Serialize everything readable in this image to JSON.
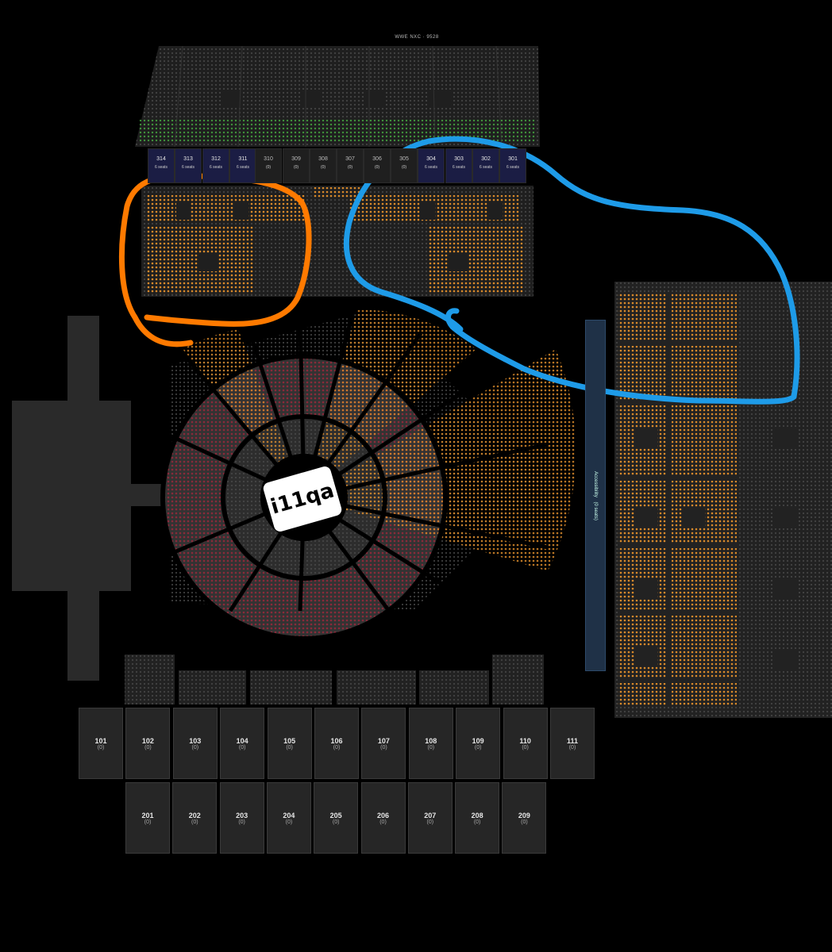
{
  "stage_label": "WWE NXC · 9528",
  "sections_300": [
    {
      "num": "314",
      "count": "6 seats",
      "avail": true
    },
    {
      "num": "313",
      "count": "6 seats",
      "avail": true
    },
    {
      "num": "312",
      "count": "6 seats",
      "avail": true
    },
    {
      "num": "311",
      "count": "6 seats",
      "avail": true
    },
    {
      "num": "310",
      "count": "(0)",
      "avail": false
    },
    {
      "num": "309",
      "count": "(0)",
      "avail": false
    },
    {
      "num": "308",
      "count": "(0)",
      "avail": false
    },
    {
      "num": "307",
      "count": "(0)",
      "avail": false
    },
    {
      "num": "306",
      "count": "(0)",
      "avail": false
    },
    {
      "num": "305",
      "count": "(0)",
      "avail": false
    },
    {
      "num": "304",
      "count": "6 seats",
      "avail": true
    },
    {
      "num": "303",
      "count": "6 seats",
      "avail": true
    },
    {
      "num": "302",
      "count": "6 seats",
      "avail": true
    },
    {
      "num": "301",
      "count": "6 seats",
      "avail": true
    }
  ],
  "sections_100": [
    {
      "num": "101",
      "count": "(0)"
    },
    {
      "num": "102",
      "count": "(0)"
    },
    {
      "num": "103",
      "count": "(0)"
    },
    {
      "num": "104",
      "count": "(0)"
    },
    {
      "num": "105",
      "count": "(0)"
    },
    {
      "num": "106",
      "count": "(0)"
    },
    {
      "num": "107",
      "count": "(0)"
    },
    {
      "num": "108",
      "count": "(0)"
    },
    {
      "num": "109",
      "count": "(0)"
    },
    {
      "num": "110",
      "count": "(0)"
    },
    {
      "num": "111",
      "count": "(0)"
    }
  ],
  "sections_200": [
    {
      "num": "201",
      "count": "(0)"
    },
    {
      "num": "202",
      "count": "(0)"
    },
    {
      "num": "203",
      "count": "(0)"
    },
    {
      "num": "204",
      "count": "(0)"
    },
    {
      "num": "205",
      "count": "(0)"
    },
    {
      "num": "206",
      "count": "(0)"
    },
    {
      "num": "207",
      "count": "(0)"
    },
    {
      "num": "208",
      "count": "(0)"
    },
    {
      "num": "209",
      "count": "(0)"
    }
  ],
  "accessibility_label": "Accessibility",
  "accessibility_count": "(0 seats)",
  "center_label": "i11qa",
  "colors": {
    "available_orange": "#d98a2b",
    "available_red": "#8a2a3a",
    "available_green": "#3e9a3a",
    "unavailable": "#555555",
    "annotation_orange": "#ff7a00",
    "annotation_blue": "#1e9be8",
    "section_available_bg": "#1b1d44"
  }
}
